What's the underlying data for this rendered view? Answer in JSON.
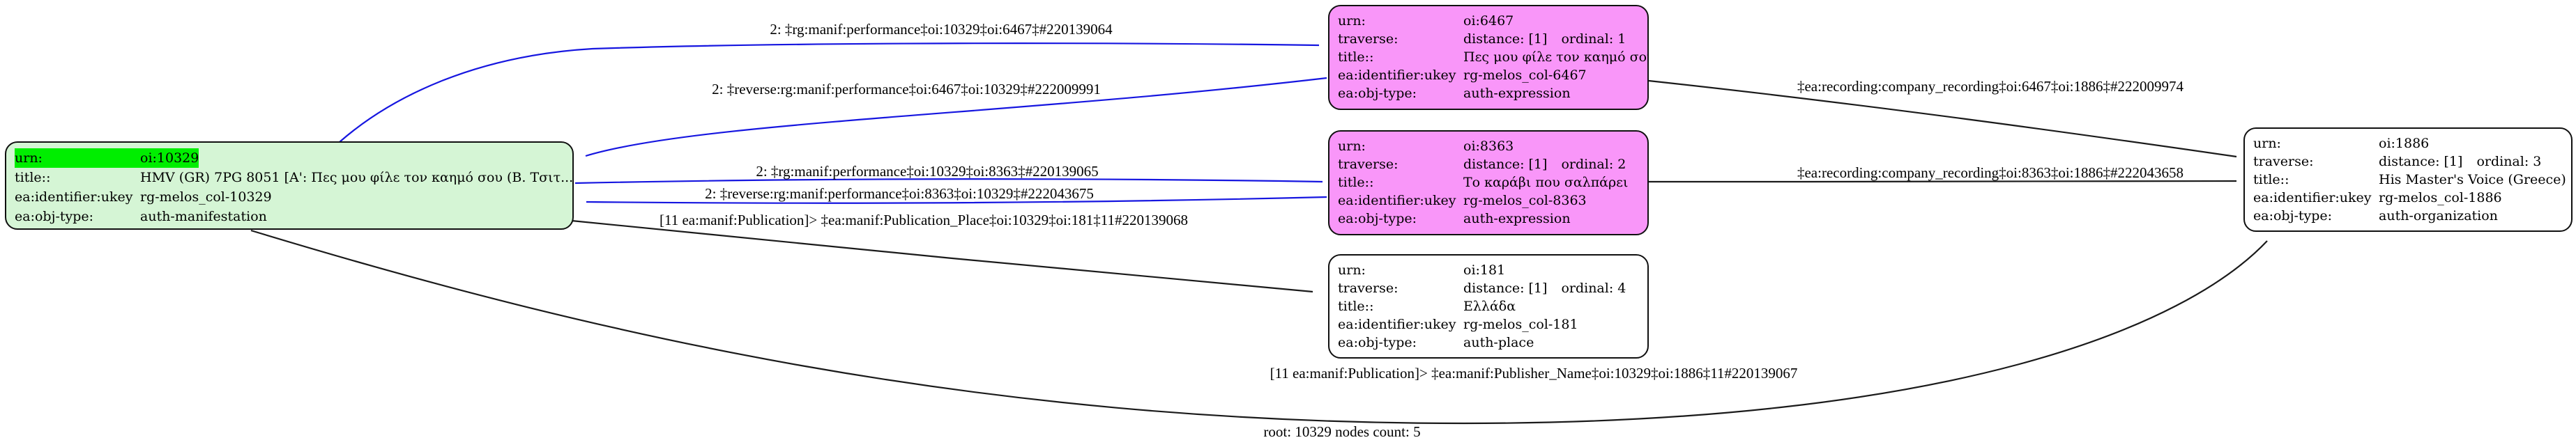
{
  "colors": {
    "root_fill": "#d5f5d5",
    "urn_highlight": "#00ee00",
    "expression_fill": "#f996f9",
    "plain_fill": "#ffffff",
    "edge_blue": "#1616e0",
    "edge_black": "#1a1a1a",
    "node_border": "#101010"
  },
  "nodes": {
    "root": {
      "urn_label": "urn:",
      "urn_value": "oi:10329",
      "title_label": "title::",
      "title_value": "HMV (GR) 7PG 8051 [A': Πες μου φίλε τον καημό σου (Β. Τσιτ...",
      "ukey_label": "ea:identifier:ukey",
      "ukey_value": "rg-melos_col-10329",
      "objtype_label": "ea:obj-type:",
      "objtype_value": "auth-manifestation"
    },
    "expr6467": {
      "urn_label": "urn:",
      "urn_value": "oi:6467",
      "traverse_label": "traverse:",
      "traverse_distance": "distance: [1]",
      "traverse_ordinal": "ordinal: 1",
      "title_label": "title::",
      "title_value": "Πες μου φίλε τον καημό σου",
      "ukey_label": "ea:identifier:ukey",
      "ukey_value": "rg-melos_col-6467",
      "objtype_label": "ea:obj-type:",
      "objtype_value": "auth-expression"
    },
    "expr8363": {
      "urn_label": "urn:",
      "urn_value": "oi:8363",
      "traverse_label": "traverse:",
      "traverse_distance": "distance: [1]",
      "traverse_ordinal": "ordinal: 2",
      "title_label": "title::",
      "title_value": "Το καράβι που σαλπάρει",
      "ukey_label": "ea:identifier:ukey",
      "ukey_value": "rg-melos_col-8363",
      "objtype_label": "ea:obj-type:",
      "objtype_value": "auth-expression"
    },
    "place181": {
      "urn_label": "urn:",
      "urn_value": "oi:181",
      "traverse_label": "traverse:",
      "traverse_distance": "distance: [1]",
      "traverse_ordinal": "ordinal: 4",
      "title_label": "title::",
      "title_value": "Ελλάδα",
      "ukey_label": "ea:identifier:ukey",
      "ukey_value": "rg-melos_col-181",
      "objtype_label": "ea:obj-type:",
      "objtype_value": "auth-place"
    },
    "org1886": {
      "urn_label": "urn:",
      "urn_value": "oi:1886",
      "traverse_label": "traverse:",
      "traverse_distance": "distance: [1]",
      "traverse_ordinal": "ordinal: 3",
      "title_label": "title::",
      "title_value": "His Master's Voice (Greece)",
      "ukey_label": "ea:identifier:ukey",
      "ukey_value": "rg-melos_col-1886",
      "objtype_label": "ea:obj-type:",
      "objtype_value": "auth-organization"
    }
  },
  "edge_labels": {
    "performance_6467": "2: ‡rg:manif:performance‡oi:10329‡oi:6467‡#220139064",
    "reverse_performance_6467": "2: ‡reverse:rg:manif:performance‡oi:6467‡oi:10329‡#222009991",
    "performance_8363": "2: ‡rg:manif:performance‡oi:10329‡oi:8363‡#220139065",
    "reverse_performance_8363": "2: ‡reverse:rg:manif:performance‡oi:8363‡oi:10329‡#222043675",
    "publication_place": "[11 ea:manif:Publication]> ‡ea:manif:Publication_Place‡oi:10329‡oi:181‡11#220139068",
    "company_recording_6467": "‡ea:recording:company_recording‡oi:6467‡oi:1886‡#222009974",
    "company_recording_8363": "‡ea:recording:company_recording‡oi:8363‡oi:1886‡#222043658",
    "publisher_name": "[11 ea:manif:Publication]> ‡ea:manif:Publisher_Name‡oi:10329‡oi:1886‡11#220139067"
  },
  "footer": "root: 10329 nodes count: 5"
}
